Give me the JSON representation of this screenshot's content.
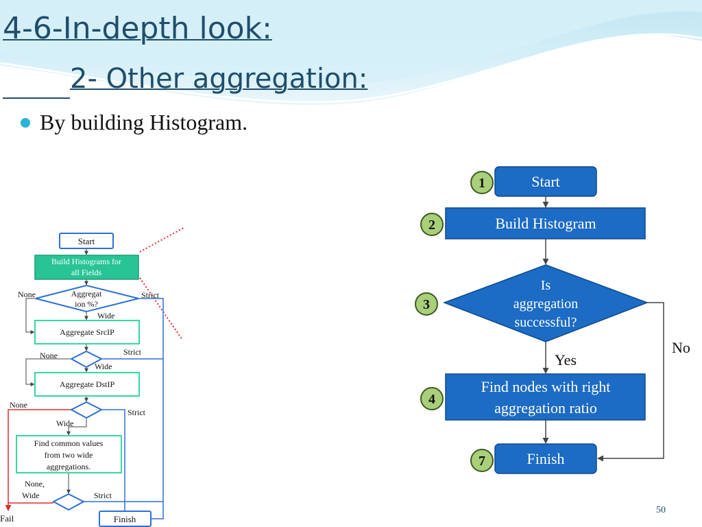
{
  "slide": {
    "title_line1": "4-6-In-depth look:",
    "title_line2": "2- Other aggregation:",
    "bullet": "By building Histogram.",
    "page_number": "50"
  },
  "colors": {
    "title": "#1f4e6b",
    "bullet": "#2ab3d6",
    "flow_fill": "#1c6bc4",
    "badge_fill": "#a9cf7a",
    "small_box_border": "#36d6a6",
    "small_box_fill_green": "#28c495",
    "red_path": "#e02b2b",
    "blue_path": "#2b6fd6"
  },
  "main_flow": {
    "start": "Start",
    "build": "Build Histogram",
    "decision": [
      "Is",
      "aggregation",
      "successful?"
    ],
    "yes_label": "Yes",
    "no_label": "No",
    "find": [
      "Find nodes with right",
      "aggregation ratio"
    ],
    "finish": "Finish",
    "badges": [
      "1",
      "2",
      "3",
      "4",
      "7"
    ]
  },
  "small_flow": {
    "start": "Start",
    "build": [
      "Build Histograms for",
      "all Fields"
    ],
    "decision1": [
      "Aggregat",
      "ion %?"
    ],
    "none": "None",
    "strict": "Strict",
    "wide": "Wide",
    "agg_src": "Aggregate SrcIP",
    "agg_dst": "Aggregate DstIP",
    "common": [
      "Find common values",
      "from two wide",
      "aggregations."
    ],
    "none_wide": [
      "None,",
      "Wide"
    ],
    "fail": "Fail",
    "finish": "Finish"
  }
}
